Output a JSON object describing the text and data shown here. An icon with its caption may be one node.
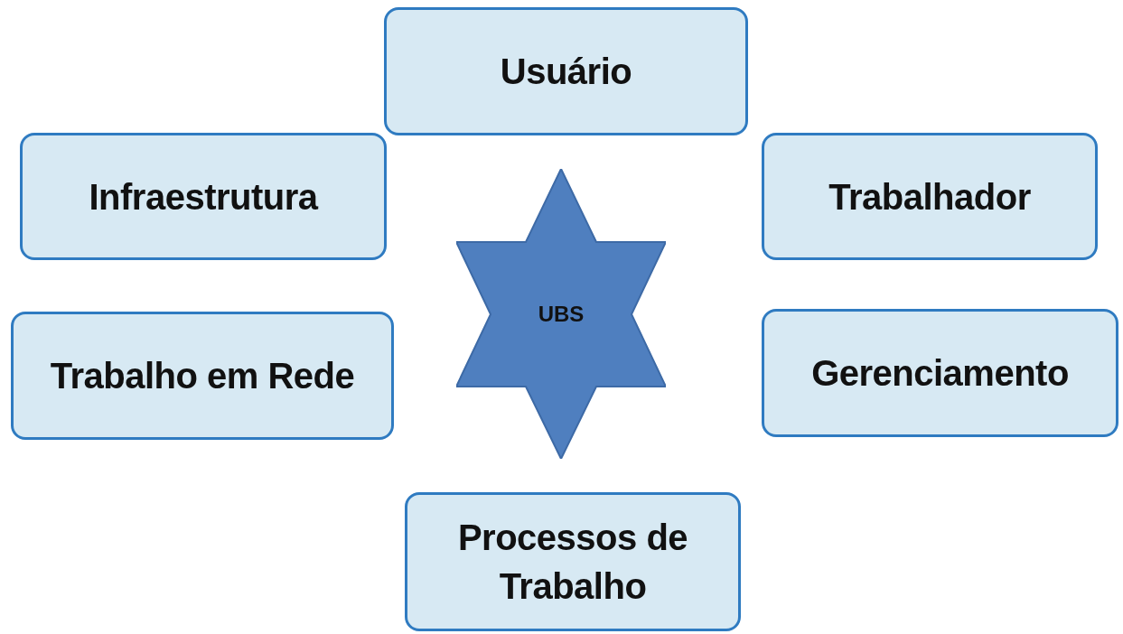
{
  "diagram": {
    "nodes": [
      {
        "text": [
          "Usuário"
        ]
      },
      {
        "text": [
          "Infraestrutura"
        ]
      },
      {
        "text": [
          "Trabalhador"
        ]
      },
      {
        "text": [
          "UBS"
        ]
      },
      {
        "text": [
          "Trabalho em Rede"
        ]
      },
      {
        "text": [
          "Gerenciamento"
        ]
      },
      {
        "text": [
          "Processos de Trabalho"
        ]
      }
    ]
  }
}
